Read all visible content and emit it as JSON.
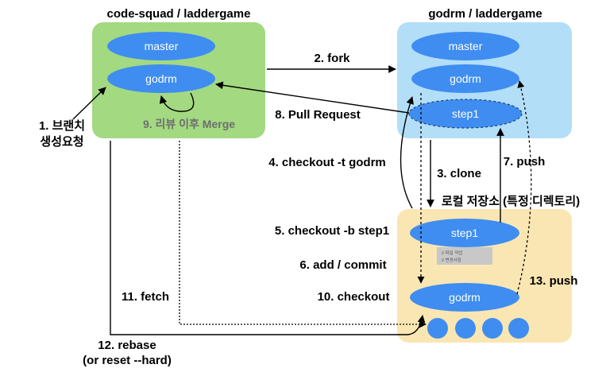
{
  "repos": {
    "upstream": {
      "title": "code-squad / laddergame",
      "branches": [
        "master",
        "godrm"
      ]
    },
    "fork": {
      "title": "godrm / laddergame",
      "branches": [
        "master",
        "godrm",
        "step1"
      ]
    },
    "local": {
      "title": "로컬 저장소 (특정 디렉토리)",
      "branches": [
        "step1",
        "godrm"
      ],
      "note_lines": [
        "// 파일 작업",
        "// 변경사항"
      ]
    }
  },
  "steps": {
    "s1_line1": "1. 브랜치",
    "s1_line2": "생성요청",
    "s2": "2. fork",
    "s3": "3. clone",
    "s4": "4. checkout -t godrm",
    "s5": "5. checkout -b step1",
    "s6": "6. add / commit",
    "s7": "7. push",
    "s8": "8. Pull Request",
    "s9": "9. 리뷰 이후 Merge",
    "s10": "10. checkout",
    "s11": "11. fetch",
    "s12_line1": "12. rebase",
    "s12_line2": "(or reset --hard)",
    "s13": "13. push"
  },
  "colors": {
    "upstream_box": "#a3d981",
    "fork_box": "#b3def8",
    "local_box": "#fae6b3",
    "branch": "#3f8df0",
    "note_box": "#c8c8c8",
    "text_gray": "#6e6e6e"
  }
}
